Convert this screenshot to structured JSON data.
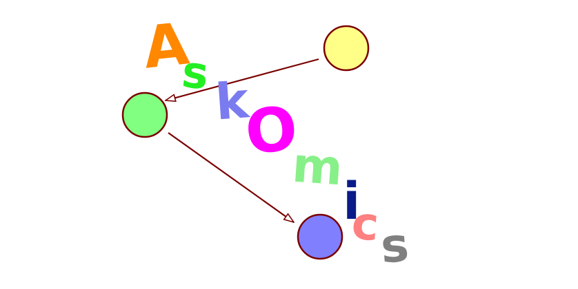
{
  "logo": {
    "letters": [
      {
        "char": "A",
        "color": "#ff8800"
      },
      {
        "char": "s",
        "color": "#22ee22"
      },
      {
        "char": "k",
        "color": "#7b7bf0"
      },
      {
        "char": "O",
        "color": "#ff00ff"
      },
      {
        "char": "m",
        "color": "#88f088"
      },
      {
        "char": "i",
        "color": "#0a1a88"
      },
      {
        "char": "c",
        "color": "#ff8080"
      },
      {
        "char": "s",
        "color": "#808080"
      }
    ],
    "nodes": [
      {
        "name": "yellow-node",
        "fill": "#ffff88"
      },
      {
        "name": "green-node",
        "fill": "#80ff80"
      },
      {
        "name": "blue-node",
        "fill": "#8080ff"
      }
    ],
    "edge_color": "#7a0000",
    "node_stroke": "#7a0000"
  }
}
